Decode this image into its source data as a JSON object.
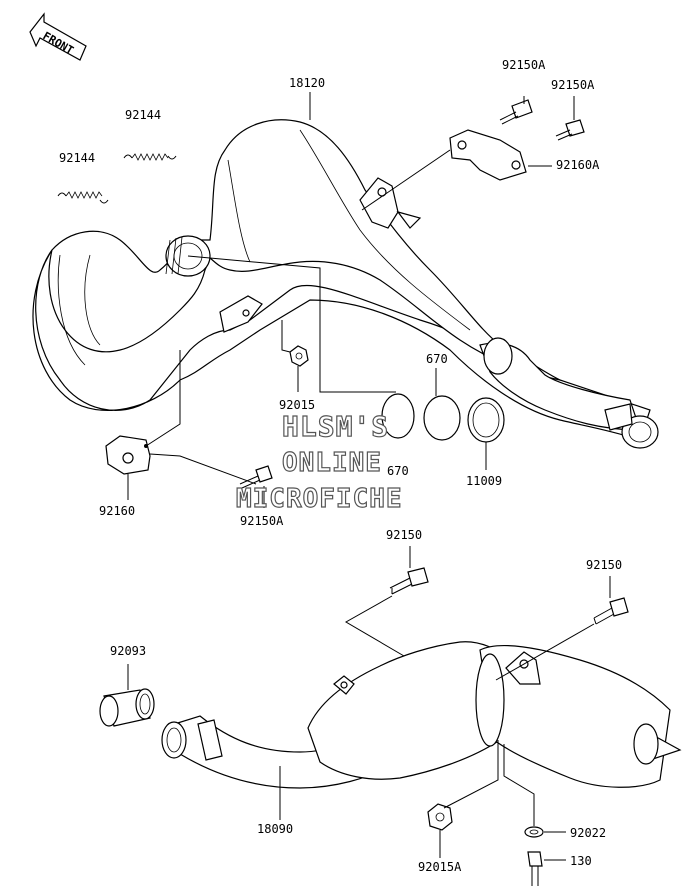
{
  "front_arrow": {
    "label": "FRONT"
  },
  "labels": {
    "l18120": "18120",
    "l92150A_1": "92150A",
    "l92150A_2": "92150A",
    "l92144_1": "92144",
    "l92144_2": "92144",
    "l92160A": "92160A",
    "l670_1": "670",
    "l92015": "92015",
    "l670_2": "670",
    "l11009": "11009",
    "l92160": "92160",
    "l92150A_3": "92150A",
    "l92150_1": "92150",
    "l92150_2": "92150",
    "l92093": "92093",
    "l18090": "18090",
    "l92022": "92022",
    "l92015A": "92015A",
    "l130": "130"
  },
  "watermark": {
    "line1": "HLSM'S",
    "line2": "ONLINE",
    "line3": "MICROFICHE"
  }
}
